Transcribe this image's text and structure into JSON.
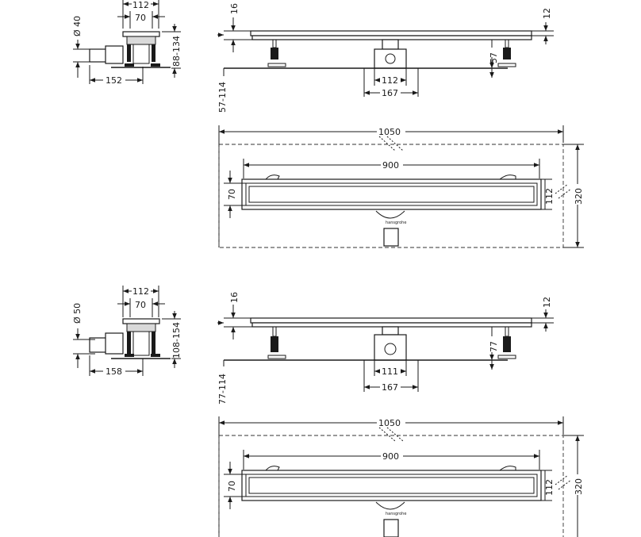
{
  "variant_1": {
    "side": {
      "dia": "Ø 40",
      "w112": "112",
      "w70": "70",
      "h": "88-134",
      "w152": "152"
    },
    "front": {
      "t16": "16",
      "t12": "12",
      "h57": "57",
      "b112": "112",
      "b167": "167",
      "vert": "57-114"
    },
    "top": {
      "w1050": "1050",
      "w900": "900",
      "h70": "70",
      "h112": "112",
      "h320": "320"
    }
  },
  "variant_2": {
    "side": {
      "dia": "Ø 50",
      "w112": "112",
      "w70": "70",
      "h": "108-154",
      "w158": "158"
    },
    "front": {
      "t16": "16",
      "t12": "12",
      "h77": "77",
      "b111": "111",
      "b167": "167",
      "vert": "77-114"
    },
    "top": {
      "w1050": "1050",
      "w900": "900",
      "h70": "70",
      "h112": "112",
      "h320": "320"
    }
  }
}
